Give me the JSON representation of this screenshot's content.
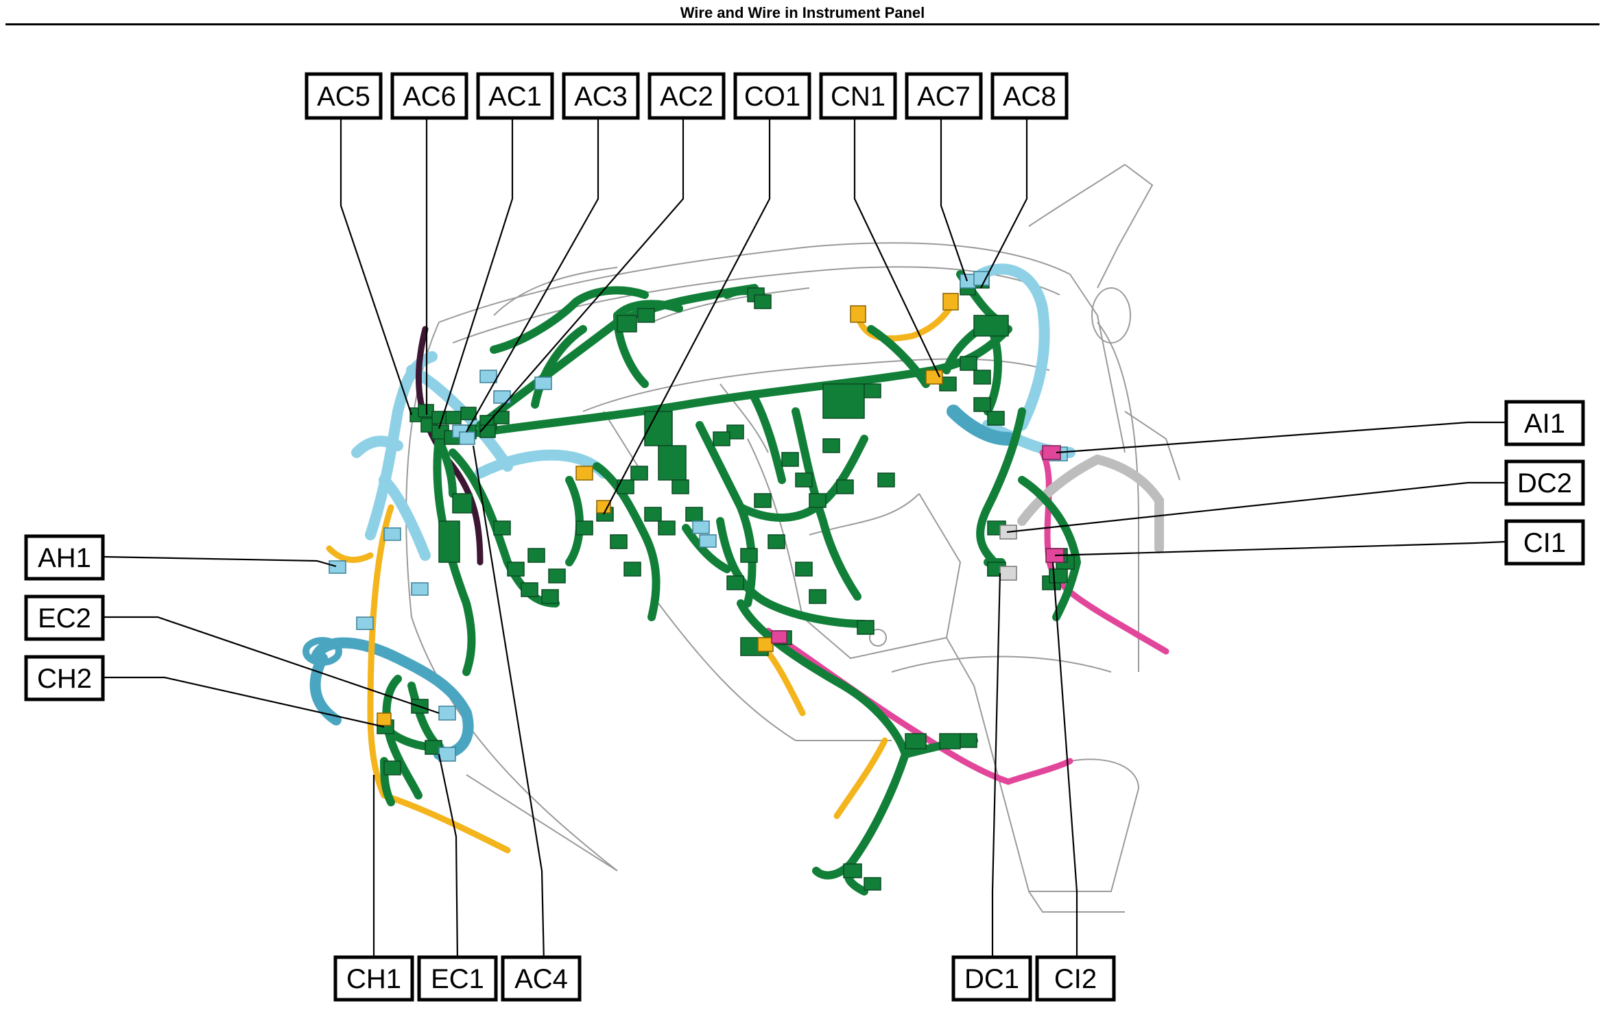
{
  "page": {
    "title": "Wire and Wire in Instrument Panel"
  },
  "colors": {
    "green_harness": "#117f38",
    "light_blue_harness": "#8ed1e6",
    "teal_harness": "#4aa6c0",
    "yellow_harness": "#f3b41c",
    "pink_harness": "#e2469a",
    "purple_harness": "#3c1632",
    "gray_harness": "#bdbdbd",
    "outline": "#9a9a9a"
  },
  "connectors": {
    "top": [
      "AC5",
      "AC6",
      "AC1",
      "AC3",
      "AC2",
      "CO1",
      "CN1",
      "AC7",
      "AC8"
    ],
    "left": [
      "AH1",
      "EC2",
      "CH2"
    ],
    "right": [
      "AI1",
      "DC2",
      "CI1"
    ],
    "bottom_left": [
      "CH1",
      "EC1",
      "AC4"
    ],
    "bottom_right": [
      "DC1",
      "CI2"
    ]
  }
}
